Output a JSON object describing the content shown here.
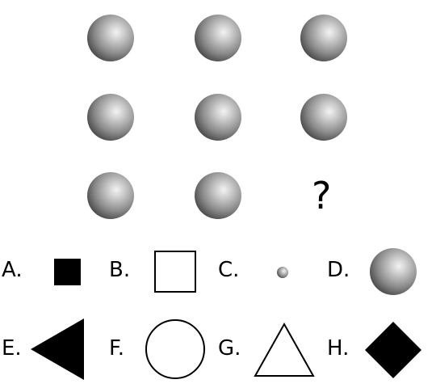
{
  "puzzle": {
    "grid": [
      [
        "sphere",
        "sphere",
        "sphere"
      ],
      [
        "sphere",
        "sphere",
        "sphere"
      ],
      [
        "sphere",
        "sphere",
        "missing"
      ]
    ],
    "missing_label": "?"
  },
  "options": [
    {
      "label": "A.",
      "shape": "filled-square"
    },
    {
      "label": "B.",
      "shape": "outline-square"
    },
    {
      "label": "C.",
      "shape": "small-sphere"
    },
    {
      "label": "D.",
      "shape": "sphere"
    },
    {
      "label": "E.",
      "shape": "filled-triangle-left"
    },
    {
      "label": "F.",
      "shape": "outline-circle"
    },
    {
      "label": "G.",
      "shape": "outline-triangle-up"
    },
    {
      "label": "H.",
      "shape": "filled-diamond"
    }
  ],
  "colors": {
    "background": "#ffffff",
    "ink": "#000000",
    "sphere_highlight": "#f3f3f3",
    "sphere_shadow": "#111111"
  }
}
